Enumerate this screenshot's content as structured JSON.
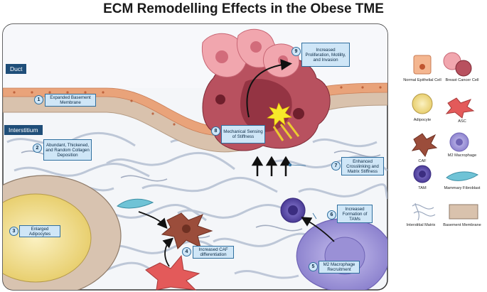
{
  "title": "ECM Remodelling Effects in the Obese TME",
  "regions": {
    "duct": "Duct",
    "interstitium": "Interstitium"
  },
  "steps": [
    {
      "num": "1",
      "text": "Expanded Basement Membrane"
    },
    {
      "num": "2",
      "text": "Abundant, Thickened, and Random Collagen Deposition"
    },
    {
      "num": "3",
      "text": "Enlarged Adipocytes"
    },
    {
      "num": "4",
      "text": "Increased CAF differentiation"
    },
    {
      "num": "5",
      "text": "M2 Macrophage Recruitment"
    },
    {
      "num": "6",
      "text": "Increased Formation of TAMs"
    },
    {
      "num": "7",
      "text": "Enhanced Crosslinking and Matrix Stiffness"
    },
    {
      "num": "8",
      "text": "Mechanical Sensing of Stiffness"
    },
    {
      "num": "9",
      "text": "Increased Proliferation, Motility, and Invasion"
    }
  ],
  "legend": [
    {
      "icon": "normal-epithelial-cell-icon",
      "label": "Normal Epithelial Cell"
    },
    {
      "icon": "breast-cancer-cell-icon",
      "label": "Breast Cancer Cell"
    },
    {
      "icon": "adipocyte-icon",
      "label": "Adipocyte"
    },
    {
      "icon": "asc-icon",
      "label": "ASC"
    },
    {
      "icon": "caf-icon",
      "label": "CAF"
    },
    {
      "icon": "m2-macrophage-icon",
      "label": "M2 Macrophage"
    },
    {
      "icon": "tam-icon",
      "label": "TAM"
    },
    {
      "icon": "mammary-fibroblast-icon",
      "label": "Mammary Fibroblast"
    },
    {
      "icon": "interstitial-matrix-icon",
      "label": "Interstitial Matrix"
    },
    {
      "icon": "basement-membrane-icon",
      "label": "Basement Membrane"
    }
  ],
  "colors": {
    "label_fill": "#cfe6f7",
    "label_border": "#2f6f9f",
    "region_tag": "#1f4e79",
    "basement_membrane": "#d9c2ad",
    "epithelium": "#e9a37a",
    "tumor": "#b8515f",
    "adipocyte": "#f5e6a3",
    "tam": "#5b4aa6",
    "m2_macrophage": "#a9a0dc",
    "caf": "#9b4d3b",
    "asc": "#e35a5a",
    "fibroblast": "#6fc3d6"
  }
}
